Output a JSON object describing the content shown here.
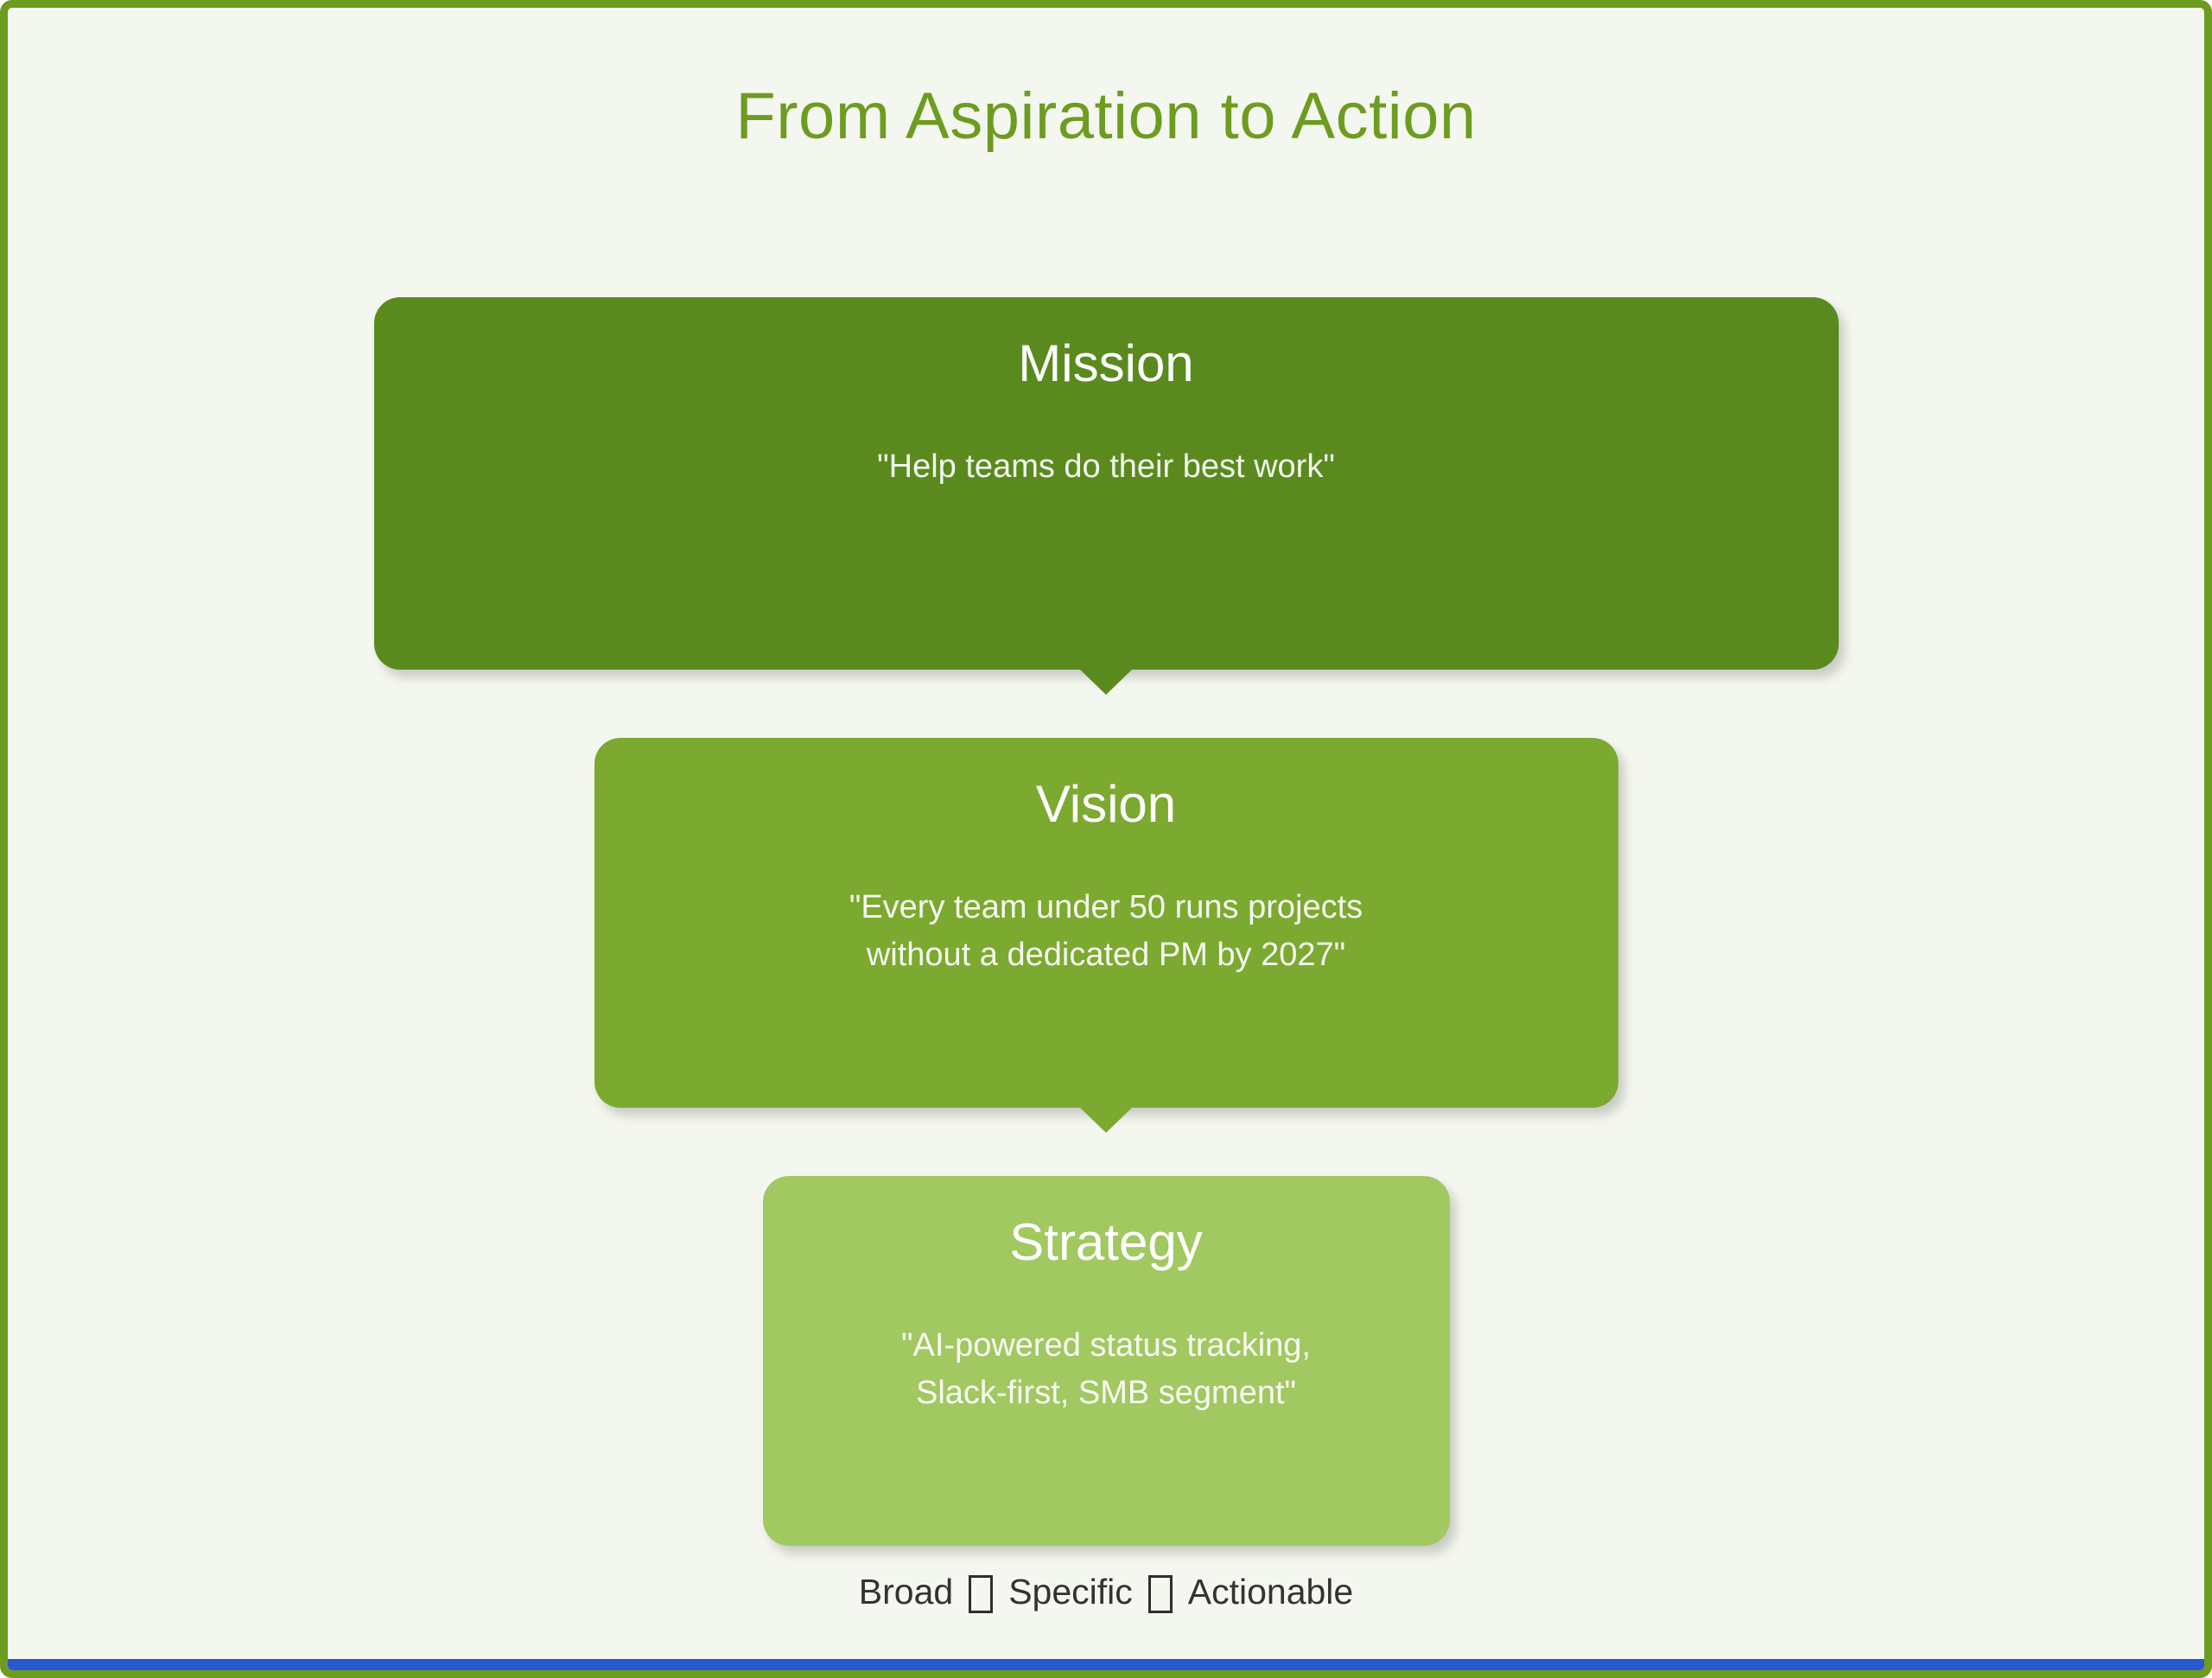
{
  "header": {
    "title": "From Aspiration to Action"
  },
  "funnel": {
    "levels": [
      {
        "name": "Mission",
        "quote_lines": [
          "\"Help teams do their best work\""
        ],
        "color": "#5a8a1e"
      },
      {
        "name": "Vision",
        "quote_lines": [
          "\"Every team under 50 runs projects",
          "without a dedicated PM by 2027\""
        ],
        "color": "#7ca930"
      },
      {
        "name": "Strategy",
        "quote_lines": [
          "\"AI-powered status tracking,",
          "Slack-first, SMB segment\""
        ],
        "color": "#a2c861"
      }
    ]
  },
  "caption": {
    "parts": [
      "Broad",
      "Specific",
      "Actionable"
    ]
  },
  "colors": {
    "background": "#f4f7ef",
    "border": "#6d9c20",
    "title": "#6d9c20",
    "bottom_bar_blue": "#2a58d0"
  }
}
